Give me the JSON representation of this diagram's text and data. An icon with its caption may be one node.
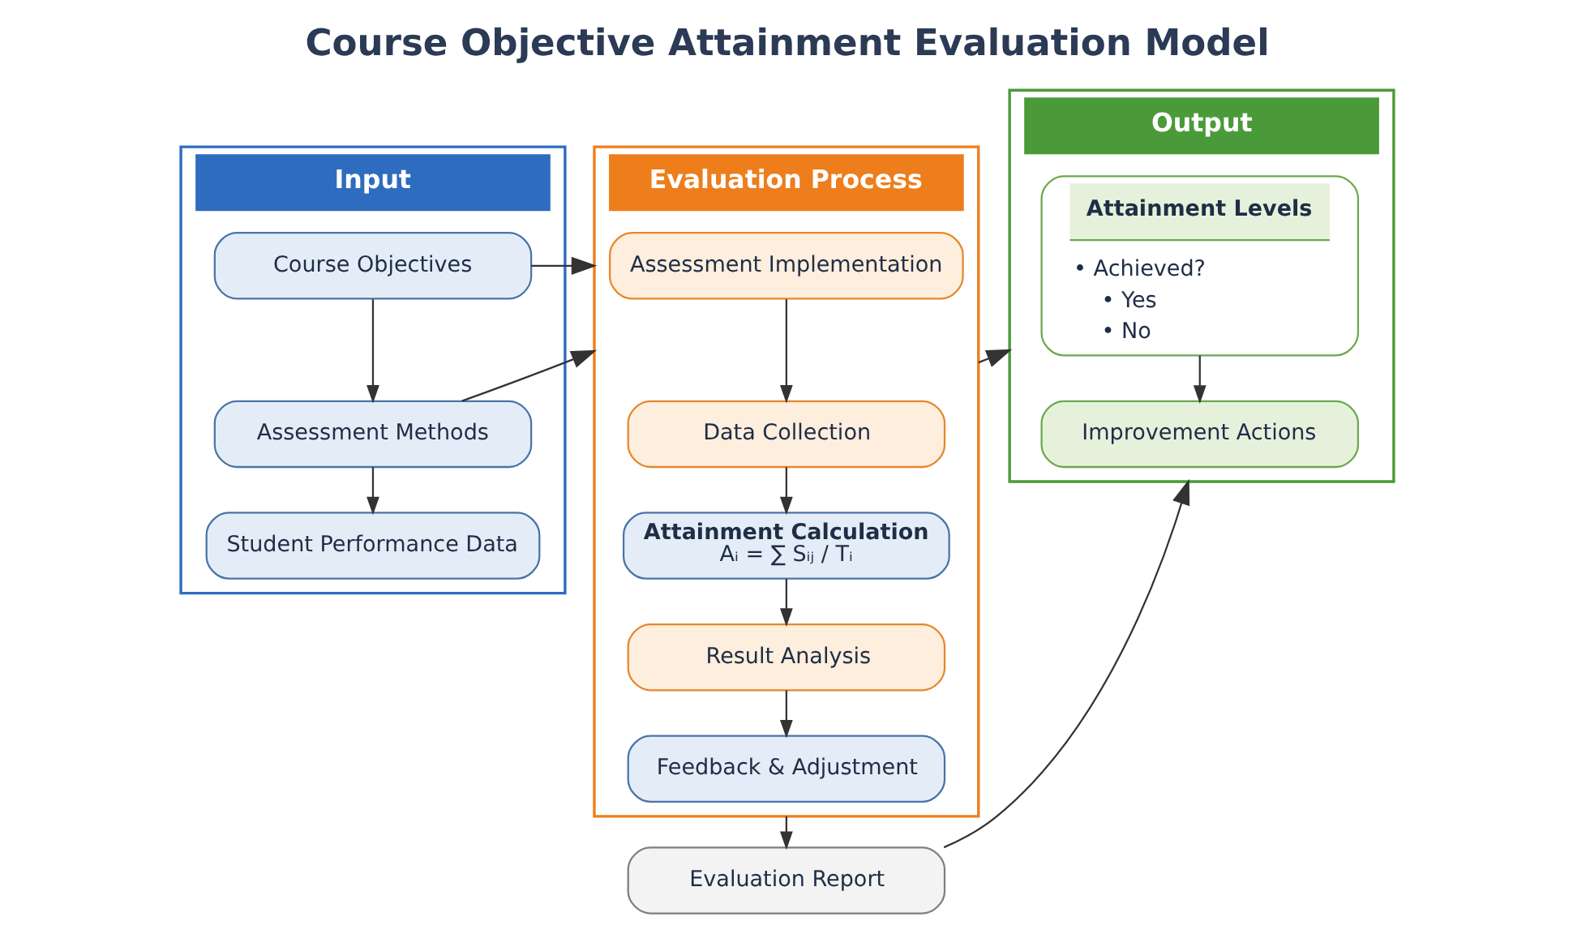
{
  "diagram": {
    "title": "Course Objective Attainment Evaluation Model",
    "nodes": [
      {
        "text": [
          "Input"
        ]
      },
      {
        "text": [
          "Course Objectives"
        ],
        "in": 0
      },
      {
        "text": [
          "Assessment Methods"
        ],
        "in": 0
      },
      {
        "text": [
          "Student Performance Data"
        ],
        "in": 0
      },
      {
        "text": [
          "Evaluation Process"
        ]
      },
      {
        "text": [
          "Assessment Implementation"
        ],
        "in": 4
      },
      {
        "text": [
          "Data Collection"
        ],
        "in": 4
      },
      {
        "text": [
          "Attainment Calculation",
          "Aᵢ = ∑ Sᵢⱼ / Tᵢ"
        ],
        "in": 4
      },
      {
        "text": [
          "Result Analysis"
        ],
        "in": 4
      },
      {
        "text": [
          "Feedback & Adjustment"
        ],
        "in": 4
      },
      {
        "text": [
          "Output"
        ]
      },
      {
        "text": [
          "Attainment Levels",
          "• Achieved?",
          "• Yes",
          "• No"
        ],
        "in": 10
      },
      {
        "text": [
          "Improvement Actions"
        ],
        "in": 10
      },
      {
        "text": [
          "Evaluation Report"
        ]
      }
    ],
    "edges": [
      {
        "from": 1,
        "to": 2,
        "arrow": "to"
      },
      {
        "from": 2,
        "to": 3,
        "arrow": "to"
      },
      {
        "from": 1,
        "to": 4,
        "arrow": "to"
      },
      {
        "from": 2,
        "to": 4,
        "arrow": "to"
      },
      {
        "from": 5,
        "to": 6,
        "arrow": "to"
      },
      {
        "from": 6,
        "to": 7,
        "arrow": "to"
      },
      {
        "from": 7,
        "to": 8,
        "arrow": "to"
      },
      {
        "from": 8,
        "to": 9,
        "arrow": "to"
      },
      {
        "from": 4,
        "to": 10,
        "arrow": "to"
      },
      {
        "from": 4,
        "to": 13,
        "arrow": "to"
      },
      {
        "from": 11,
        "to": 12,
        "arrow": "to"
      },
      {
        "from": 13,
        "to": 10,
        "arrow": "to"
      }
    ]
  }
}
